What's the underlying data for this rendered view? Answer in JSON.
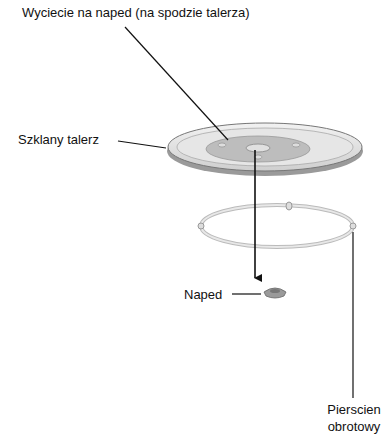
{
  "diagram": {
    "labels": [
      "Wyciecie na naped (na spodzie talerza)",
      "Szklany talerz",
      "Naped",
      "Pierscien obrotowy"
    ]
  }
}
